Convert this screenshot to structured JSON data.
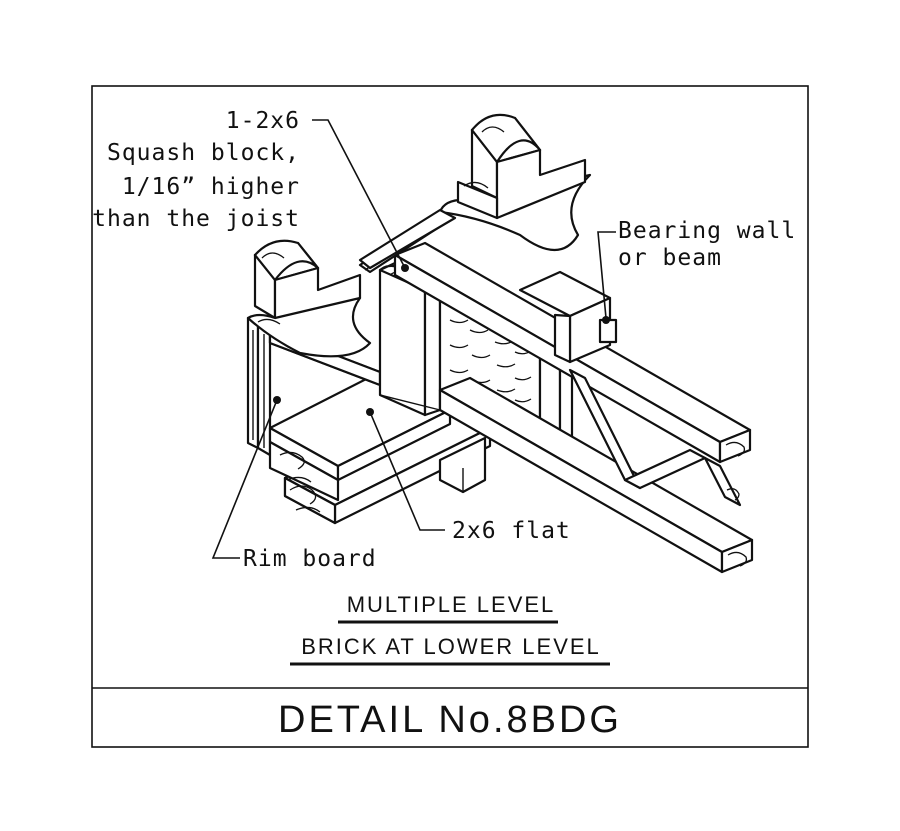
{
  "labels": {
    "squash_block": [
      "1-2x6",
      "Squash block,",
      "1/16” higher",
      "than the joist"
    ],
    "bearing_wall": [
      "Bearing wall",
      "or beam"
    ],
    "flat": "2x6 flat",
    "rim_board": "Rim board"
  },
  "caption": {
    "line1": "MULTIPLE LEVEL",
    "line2": "BRICK AT LOWER LEVEL"
  },
  "title": "DETAIL No.8BDG"
}
